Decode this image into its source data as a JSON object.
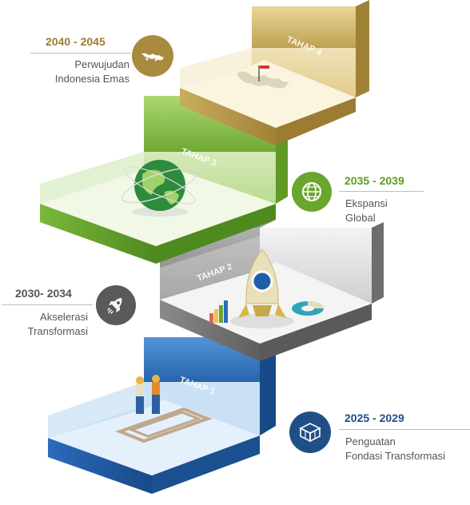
{
  "stages": [
    {
      "label": "TAHAP 1",
      "period": "2025 - 2029",
      "description": [
        "Penguatan",
        "Fondasi Transformasi"
      ],
      "icon": "building-icon",
      "color": "#1f5fa8"
    },
    {
      "label": "TAHAP 2",
      "period": "2030- 2034",
      "description": [
        "Akselerasi",
        "Transformasi"
      ],
      "icon": "rocket-icon",
      "color": "#5a5a5a"
    },
    {
      "label": "TAHAP 3",
      "period": "2035 - 2039",
      "description": [
        "Ekspansi",
        "Global"
      ],
      "icon": "globe-icon",
      "color": "#6aa52c"
    },
    {
      "label": "TAHAP 4",
      "period": "2040 - 2045",
      "description": [
        "Perwujudan",
        "Indonesia Emas"
      ],
      "icon": "indonesia-map-icon",
      "color": "#a98a3e"
    }
  ],
  "colors": {
    "blue": "#2a6bbd",
    "gray": "#8a8a8a",
    "green": "#7ab83a",
    "gold": "#c9ad5e",
    "period_blue": "#1f4f86",
    "period_gray": "#555555",
    "period_green": "#5e9a25",
    "period_gold": "#9c7c32"
  }
}
